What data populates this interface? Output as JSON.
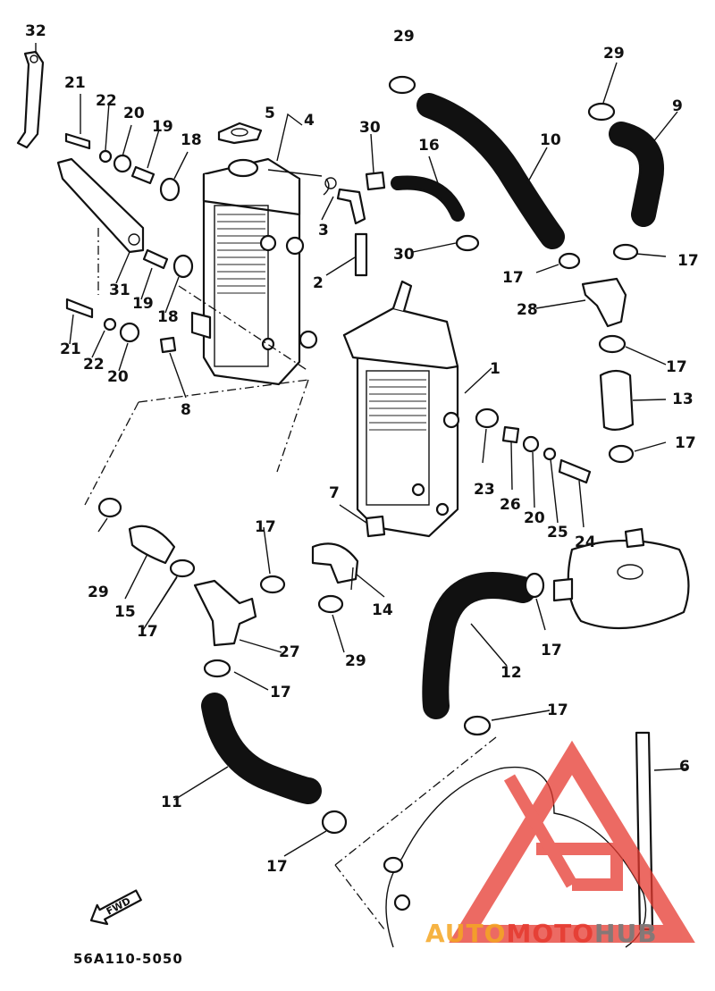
{
  "diagram": {
    "code": "56A110-5050",
    "fwd_label": "FWD",
    "watermark": {
      "part1": "AUTO",
      "part2": "MOTO",
      "part3": "HUB"
    },
    "callouts": [
      "1",
      "2",
      "3",
      "4",
      "5",
      "6",
      "7",
      "8",
      "9",
      "10",
      "11",
      "12",
      "13",
      "14",
      "15",
      "16",
      "17",
      "18",
      "19",
      "20",
      "21",
      "22",
      "23",
      "24",
      "25",
      "26",
      "27",
      "28",
      "29",
      "30",
      "31",
      "32"
    ],
    "colors": {
      "line": "#111111",
      "watermark_red": "#e6392f",
      "watermark_orange": "#f5a623",
      "watermark_gray": "#7a7a7a"
    }
  }
}
